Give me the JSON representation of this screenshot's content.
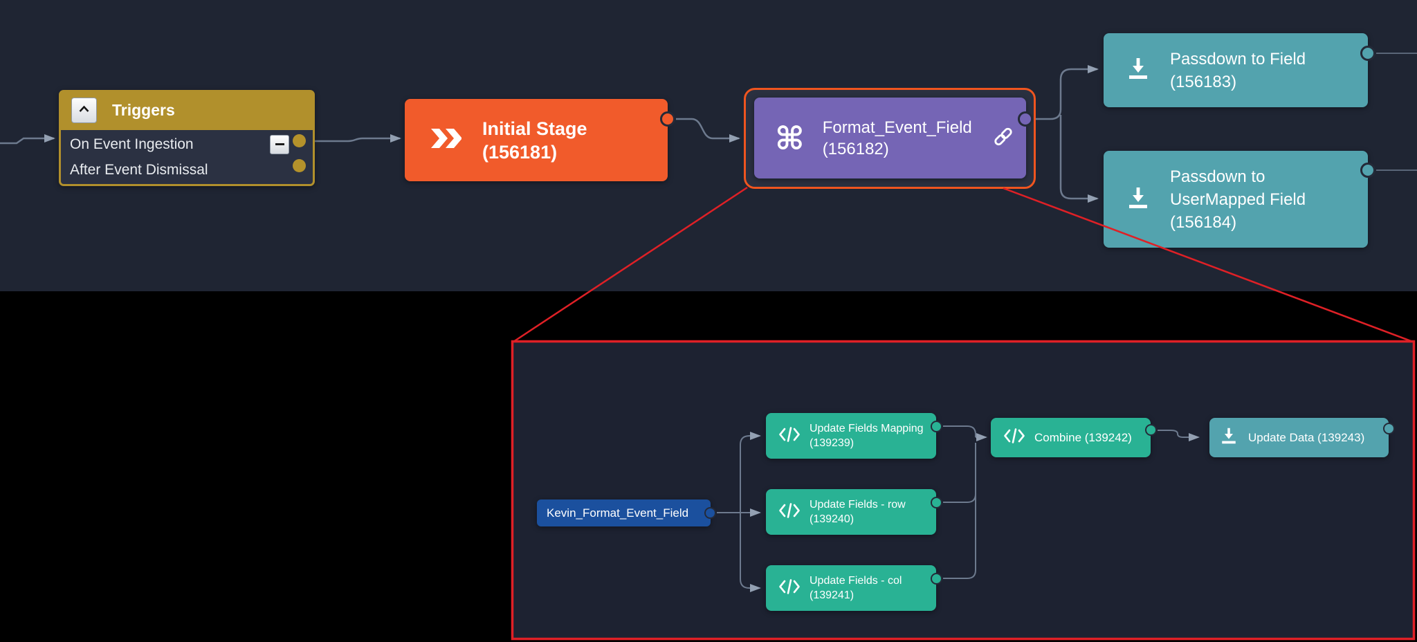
{
  "colors": {
    "canvas_top": "#1f2533",
    "page_bg": "#000000",
    "inset_bg": "#1d2231",
    "trigger_gold": "#b1902c",
    "trigger_body": "#2b3142",
    "stage_orange": "#f15b2b",
    "playbook_purple": "#7565b5",
    "selection_outline_orange": "#f0551f",
    "passdown_teal": "#53a3ae",
    "code_green": "#29b294",
    "kevin_blue": "#1b509e",
    "callout_red": "#df2026",
    "connector_gray": "#6d7a8e"
  },
  "icons": {
    "collapse": "chevron-up",
    "remove": "minus",
    "stage": "double-chevron-right",
    "playbook": "command",
    "playbook_command_glyph": "⌘",
    "link": "chain-link",
    "passdown": "download-arrow",
    "code": "code-angle-brackets"
  },
  "workflow": {
    "triggers": {
      "title": "Triggers",
      "rows": [
        {
          "label": "On Event Ingestion"
        },
        {
          "label": "After Event Dismissal"
        }
      ]
    },
    "initial_stage": {
      "lines": [
        "Initial Stage",
        "(156181)"
      ]
    },
    "format_event_field": {
      "lines": [
        "Format_Event_Field",
        "(156182)"
      ]
    },
    "passdown_field": {
      "lines": [
        "Passdown to Field",
        "(156183)"
      ]
    },
    "passdown_usermapped": {
      "lines": [
        "Passdown to",
        "UserMapped Field",
        "(156184)"
      ]
    }
  },
  "inset": {
    "kevin": {
      "label": "Kevin_Format_Event_Field"
    },
    "update_fields_mapping": {
      "lines": [
        "Update Fields Mapping",
        "(139239)"
      ]
    },
    "update_fields_row": {
      "lines": [
        "Update Fields - row",
        "(139240)"
      ]
    },
    "update_fields_col": {
      "lines": [
        "Update Fields - col",
        "(139241)"
      ]
    },
    "combine": {
      "label": "Combine (139242)"
    },
    "update_data": {
      "label": "Update Data (139243)"
    }
  }
}
